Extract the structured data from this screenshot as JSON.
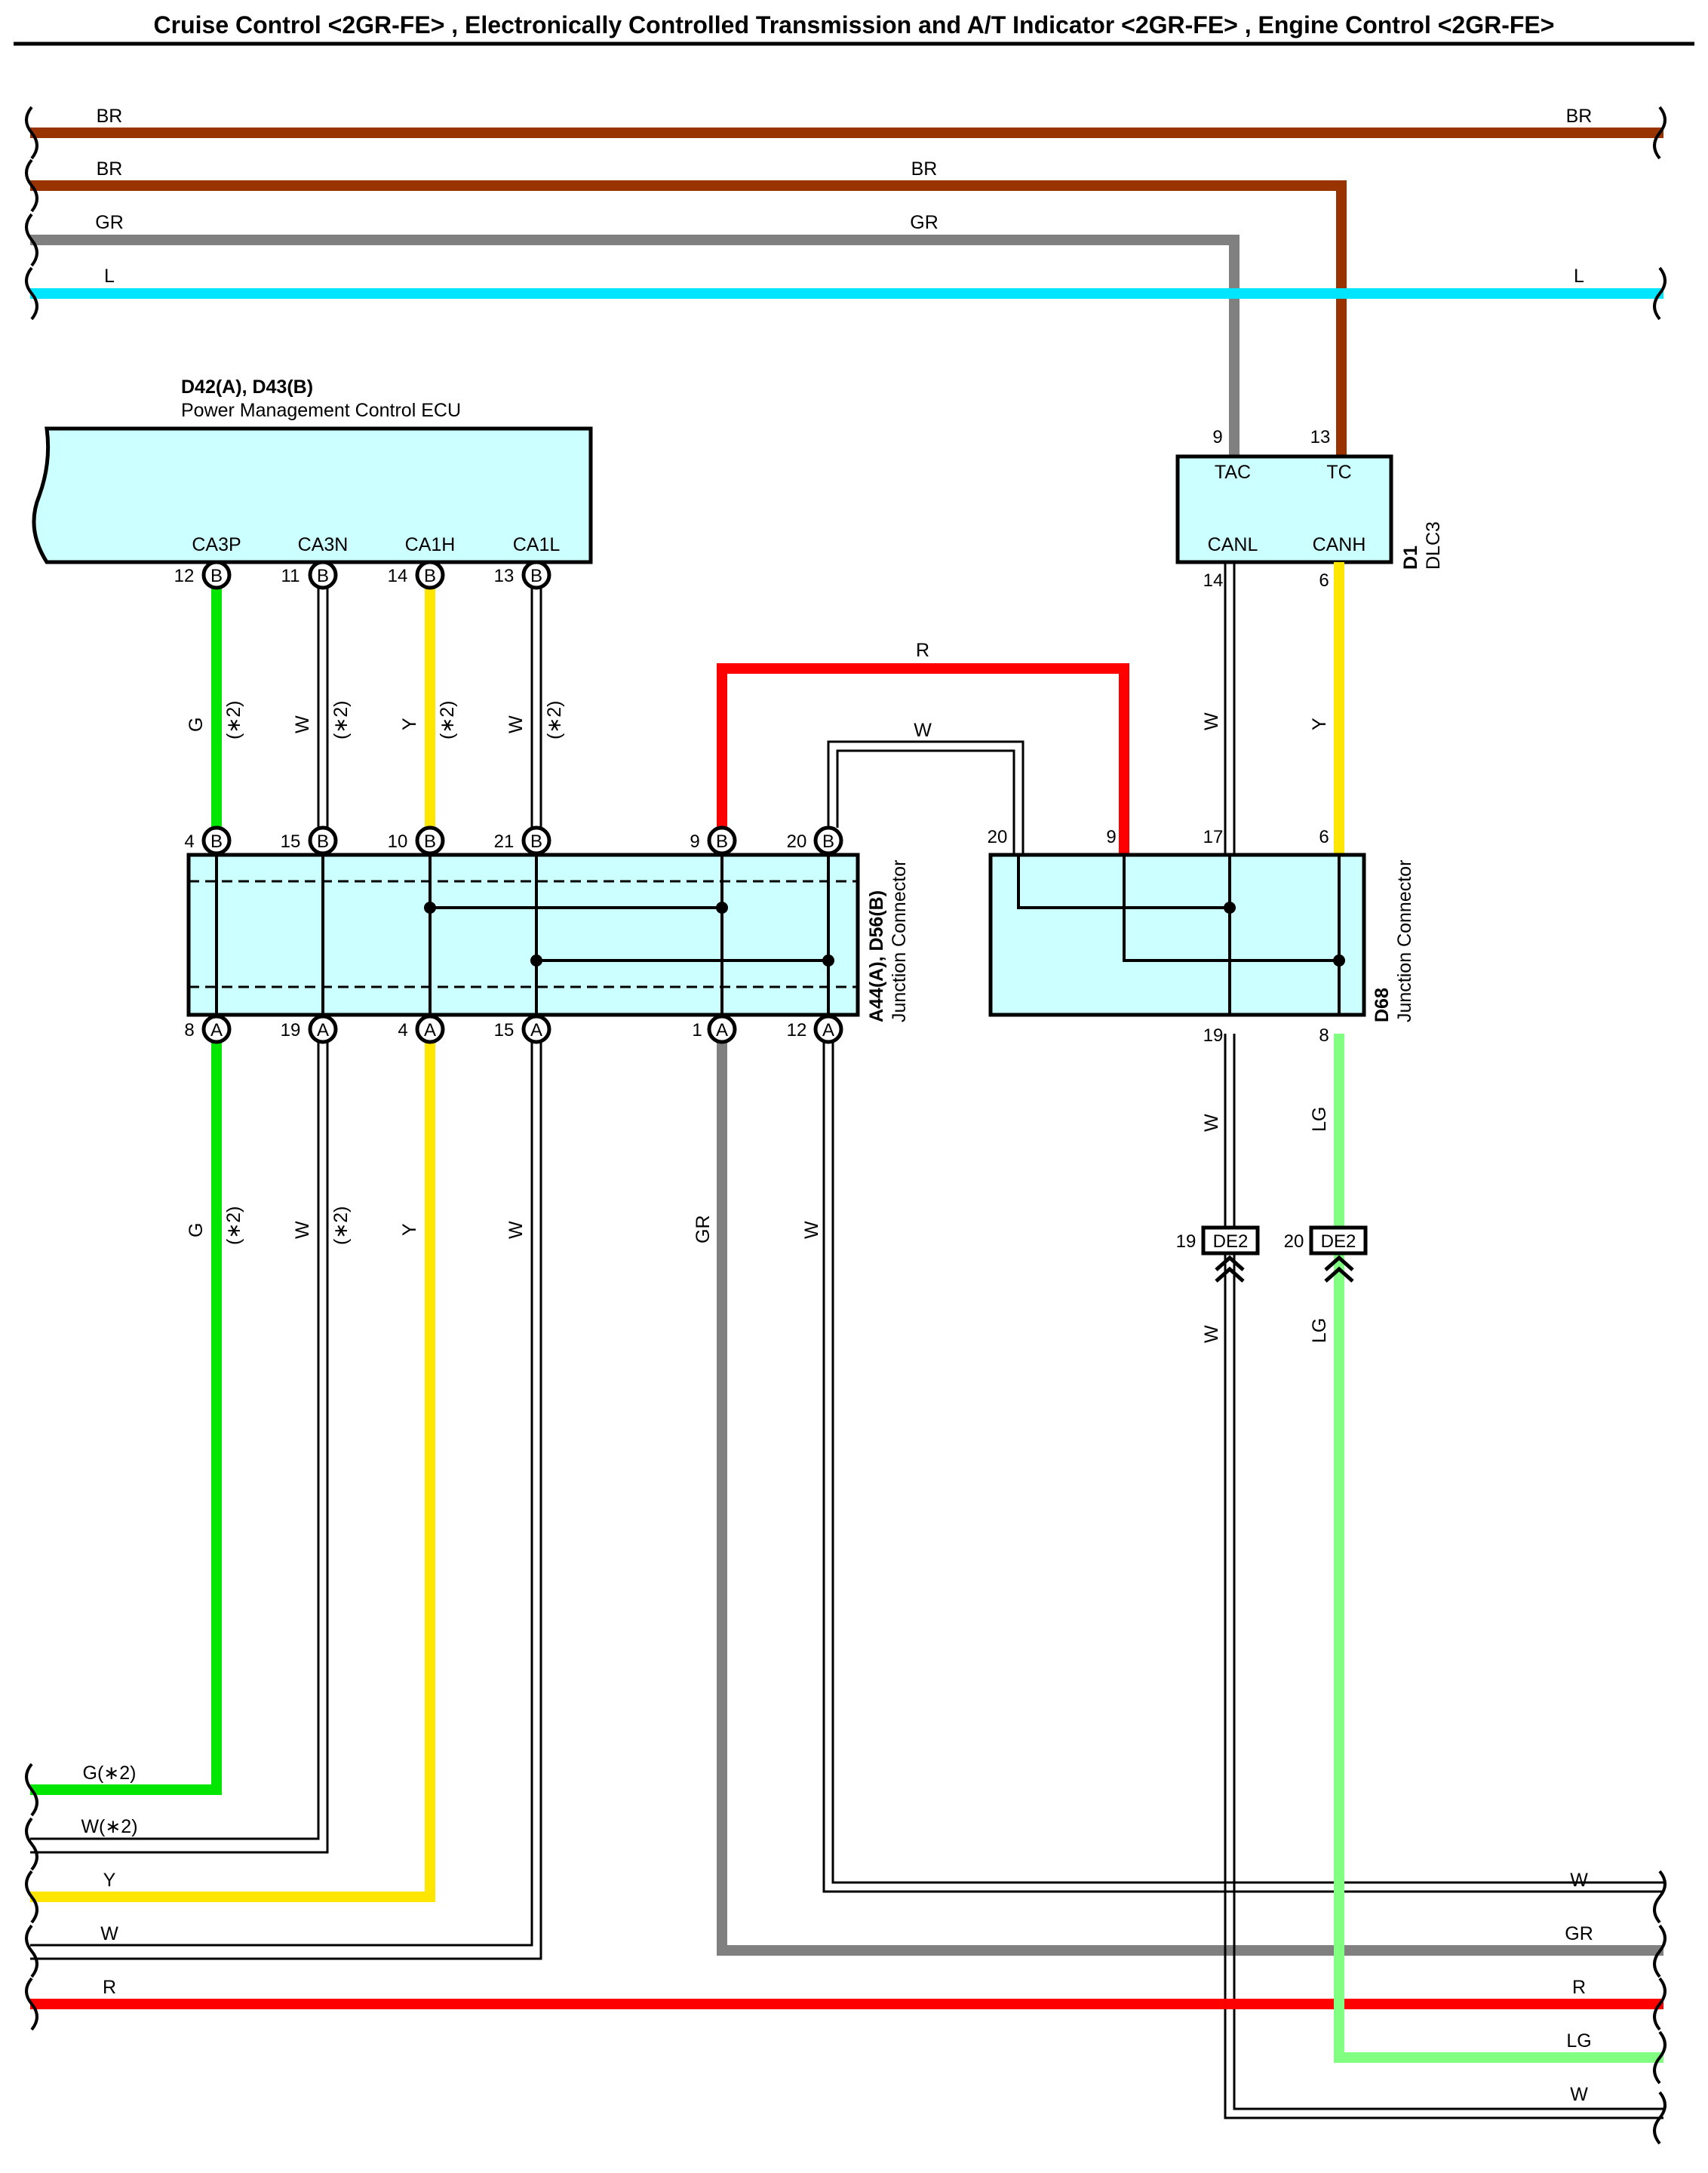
{
  "title": "Cruise Control <2GR-FE> , Electronically Controlled Transmission and A/T Indicator <2GR-FE> , Engine Control <2GR-FE>",
  "colors": {
    "BR": "#993300",
    "GR": "#808080",
    "L": "#00e5ff",
    "G": "#00e600",
    "LG": "#80ff80",
    "Y": "#ffe600",
    "R": "#ff0000",
    "W": "#ffffff",
    "box_fill": "#ccffff"
  },
  "top_bus": {
    "left_labels": [
      "BR",
      "BR",
      "GR",
      "L"
    ],
    "mid_labels": [
      "BR",
      "GR"
    ],
    "right_labels": [
      "BR",
      "L"
    ]
  },
  "bottom_bus": {
    "left_labels": [
      "G(∗2)",
      "W(∗2)",
      "Y",
      "W",
      "R"
    ],
    "right_labels": [
      "W",
      "GR",
      "R",
      "LG",
      "W"
    ]
  },
  "ecu": {
    "code": "D42(A), D43(B)",
    "name": "Power Management Control ECU",
    "terminals": [
      {
        "name": "CA3P",
        "pin": "12",
        "conn": "B"
      },
      {
        "name": "CA3N",
        "pin": "11",
        "conn": "B"
      },
      {
        "name": "CA1H",
        "pin": "14",
        "conn": "B"
      },
      {
        "name": "CA1L",
        "pin": "13",
        "conn": "B"
      }
    ]
  },
  "dlc": {
    "code": "D1",
    "name": "DLC3",
    "top_terminals": [
      {
        "name": "TAC",
        "pin": "9"
      },
      {
        "name": "TC",
        "pin": "13"
      }
    ],
    "bottom_terminals": [
      {
        "name": "CANL",
        "pin": "14"
      },
      {
        "name": "CANH",
        "pin": "6"
      }
    ]
  },
  "jc1": {
    "code": "A44(A), D56(B)",
    "name": "Junction Connector",
    "top_pins": [
      {
        "pin": "4",
        "conn": "B"
      },
      {
        "pin": "15",
        "conn": "B"
      },
      {
        "pin": "10",
        "conn": "B"
      },
      {
        "pin": "21",
        "conn": "B"
      },
      {
        "pin": "9",
        "conn": "B"
      },
      {
        "pin": "20",
        "conn": "B"
      }
    ],
    "bottom_pins": [
      {
        "pin": "8",
        "conn": "A"
      },
      {
        "pin": "19",
        "conn": "A"
      },
      {
        "pin": "4",
        "conn": "A"
      },
      {
        "pin": "15",
        "conn": "A"
      },
      {
        "pin": "1",
        "conn": "A"
      },
      {
        "pin": "12",
        "conn": "A"
      }
    ]
  },
  "jc2": {
    "code": "D68",
    "name": "Junction Connector",
    "top_pins": [
      "20",
      "9",
      "17",
      "6"
    ],
    "bottom_pins": [
      "19",
      "8"
    ]
  },
  "wire_labels": {
    "upper": [
      "G",
      "(∗2)",
      "W",
      "(∗2)",
      "Y",
      "(∗2)",
      "W",
      "(∗2)"
    ],
    "lower": [
      "G",
      "(∗2)",
      "W",
      "(∗2)",
      "Y",
      "W",
      "GR",
      "W"
    ],
    "loop_r": "R",
    "loop_w": "W",
    "dlc_w": "W",
    "dlc_y": "Y",
    "d68_w": "W",
    "d68_lg": "LG",
    "de2_w": "W",
    "de2_lg": "LG"
  },
  "de2": [
    {
      "pin": "19",
      "name": "DE2"
    },
    {
      "pin": "20",
      "name": "DE2"
    }
  ]
}
